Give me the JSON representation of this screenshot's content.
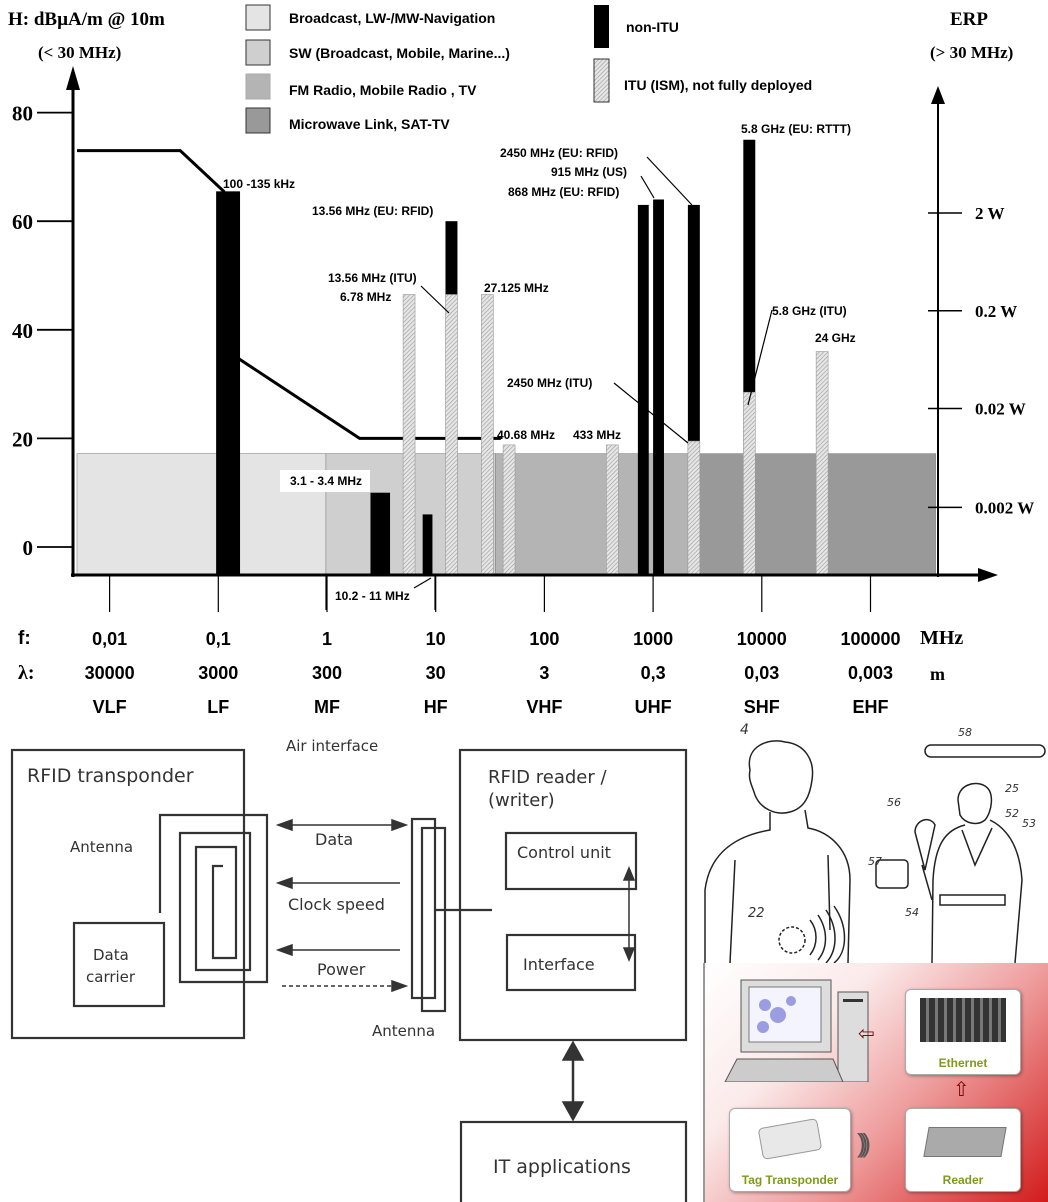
{
  "chart_data": {
    "type": "bar",
    "title": "",
    "ylabel": "H: dBµA/m @ 10m",
    "ylabel_sub": "(< 30 MHz)",
    "y2label": "ERP",
    "y2label_sub": "(> 30 MHz)",
    "ylim": [
      -5,
      85
    ],
    "yticks": [
      0,
      20,
      40,
      60,
      80
    ],
    "y2ticks": [
      {
        "label": "2 W",
        "h": 61.5
      },
      {
        "label": "0.2 W",
        "h": 43.5
      },
      {
        "label": "0.02 W",
        "h": 25.5
      },
      {
        "label": "0.002 W",
        "h": 7.3
      }
    ],
    "x_scale": "log10",
    "xlim_log": [
      -2.3,
      5.6
    ],
    "x_row_labels": {
      "f": "f:",
      "lambda": "λ:",
      "f_unit": "MHz",
      "lambda_unit": "m"
    },
    "x_ticks": [
      {
        "f": "0,01",
        "lambda": "30000",
        "band": "VLF",
        "log": -2
      },
      {
        "f": "0,1",
        "lambda": "3000",
        "band": "LF",
        "log": -1
      },
      {
        "f": "1",
        "lambda": "300",
        "band": "MF",
        "log": 0
      },
      {
        "f": "10",
        "lambda": "30",
        "band": "HF",
        "log": 1
      },
      {
        "f": "100",
        "lambda": "3",
        "band": "VHF",
        "log": 2
      },
      {
        "f": "1000",
        "lambda": "0,3",
        "band": "UHF",
        "log": 3
      },
      {
        "f": "10000",
        "lambda": "0,03",
        "band": "SHF",
        "log": 4
      },
      {
        "f": "100000",
        "lambda": "0,003",
        "band": "EHF",
        "log": 5
      }
    ],
    "legend": [
      {
        "label": "Broadcast,  LW-/MW-Navigation",
        "color": "#e4e4e4",
        "kind": "band"
      },
      {
        "label": "SW (Broadcast, Mobile, Marine...)",
        "color": "#cfcfcf",
        "kind": "band"
      },
      {
        "label": "FM  Radio, Mobile  Radio , TV",
        "color": "#b4b4b4",
        "kind": "band"
      },
      {
        "label": "Microwave Link, SAT-TV",
        "color": "#999999",
        "kind": "band"
      },
      {
        "label": "non-ITU",
        "color": "#000000",
        "kind": "bar"
      },
      {
        "label": "ITU (ISM), not fully deployed",
        "color": "#d6d6d6",
        "kind": "hatched"
      }
    ],
    "background_bands": [
      {
        "name": "Broadcast, LW-/MW-Navigation",
        "from_log": -2.3,
        "to_log": -0.01,
        "level": 17.2,
        "color": "#e4e4e4"
      },
      {
        "name": "SW",
        "from_log": -0.01,
        "to_log": 1.55,
        "level": 17.2,
        "color": "#cfcfcf"
      },
      {
        "name": "FM Radio, Mobile Radio, TV",
        "from_log": 1.55,
        "to_log": 3.4,
        "level": 17.2,
        "color": "#b4b4b4"
      },
      {
        "name": "Microwave Link, SAT-TV",
        "from_log": 3.4,
        "to_log": 5.6,
        "level": 17.2,
        "color": "#999999"
      }
    ],
    "limit_line": {
      "name": "H-field limit",
      "points": [
        [
          -2.3,
          73
        ],
        [
          -1.35,
          73
        ],
        [
          -0.95,
          65.5
        ],
        [
          -0.95,
          36.5
        ],
        [
          0.3,
          20
        ],
        [
          1.6,
          20
        ]
      ]
    },
    "bars": [
      {
        "label": "100 -135 kHz",
        "log_from": -1.02,
        "log_to": -0.8,
        "non_itu": 65.5,
        "itu": 0
      },
      {
        "label": "3.1 - 3.4 MHz",
        "log_from": 0.4,
        "log_to": 0.58,
        "non_itu": 10,
        "itu": 0
      },
      {
        "label": "6.78 MHz",
        "log_from": 0.7,
        "log_to": 0.81,
        "non_itu": 0,
        "itu": 46.5
      },
      {
        "label": "10.2 - 11 MHz",
        "log_from": 0.88,
        "log_to": 0.97,
        "non_itu": 6,
        "itu": 0
      },
      {
        "label": "13.56 MHz (EU: RFID) / 13.56 MHz (ITU)",
        "log_from": 1.09,
        "log_to": 1.2,
        "non_itu": 60,
        "itu": 46.5
      },
      {
        "label": "27.125 MHz",
        "log_from": 1.42,
        "log_to": 1.53,
        "non_itu": 0,
        "itu": 46.5
      },
      {
        "label": "40.68 MHz",
        "log_from": 1.62,
        "log_to": 1.73,
        "non_itu": 0,
        "itu": 18.8
      },
      {
        "label": "433 MHz",
        "log_from": 2.57,
        "log_to": 2.68,
        "non_itu": 0,
        "itu": 18.8
      },
      {
        "label": "868 MHz (EU: RFID)",
        "log_from": 2.86,
        "log_to": 2.96,
        "non_itu": 63,
        "itu": 0
      },
      {
        "label": "915 MHz (US)",
        "log_from": 3.0,
        "log_to": 3.1,
        "non_itu": 64,
        "itu": 0
      },
      {
        "label": "2450 MHz (EU: RFID) / 2450 MHz (ITU)",
        "log_from": 3.32,
        "log_to": 3.43,
        "non_itu": 63,
        "itu": 19.5
      },
      {
        "label": "5.8 GHz (EU: RTTT) / 5.8 GHz (ITU)",
        "log_from": 3.83,
        "log_to": 3.94,
        "non_itu": 75,
        "itu": 28.5
      },
      {
        "label": "24 GHz",
        "log_from": 4.5,
        "log_to": 4.61,
        "non_itu": 0,
        "itu": 36
      }
    ],
    "annotations": [
      {
        "text": "100 -135 kHz",
        "anchor": "bar-0"
      },
      {
        "text": "13.56 MHz (EU: RFID)"
      },
      {
        "text": "13.56 MHz (ITU)"
      },
      {
        "text": "6.78 MHz"
      },
      {
        "text": "27.125 MHz"
      },
      {
        "text": "3.1 - 3.4 MHz"
      },
      {
        "text": "10.2 - 11 MHz"
      },
      {
        "text": "40.68 MHz"
      },
      {
        "text": "433 MHz"
      },
      {
        "text": "2450 MHz (EU: RFID)"
      },
      {
        "text": "915 MHz (US)"
      },
      {
        "text": "868 MHz (EU: RFID)"
      },
      {
        "text": "2450 MHz (ITU)"
      },
      {
        "text": "5.8 GHz (EU: RTTT)"
      },
      {
        "text": "5.8 GHz (ITU)"
      },
      {
        "text": "24 GHz"
      }
    ]
  },
  "diagram": {
    "air_interface": "Air interface",
    "transponder_title": "RFID transponder",
    "antenna_left": "Antenna",
    "data_carrier_line1": "Data",
    "data_carrier_line2": "carrier",
    "signal_data": "Data",
    "signal_clock": "Clock speed",
    "signal_power": "Power",
    "antenna_right": "Antenna",
    "reader_title_line1": "RFID reader /",
    "reader_title_line2": "(writer)",
    "control_unit": "Control unit",
    "interface": "Interface",
    "it_applications": "IT applications"
  },
  "patent": {
    "labels": [
      "4",
      "22",
      "58",
      "25",
      "56",
      "52",
      "53",
      "57",
      "54"
    ]
  },
  "network": {
    "ethernet": "Ethernet",
    "tag": "Tag Transponder",
    "reader": "Reader",
    "accent": "#d21a1a",
    "label_color": "#7d9a1e"
  }
}
